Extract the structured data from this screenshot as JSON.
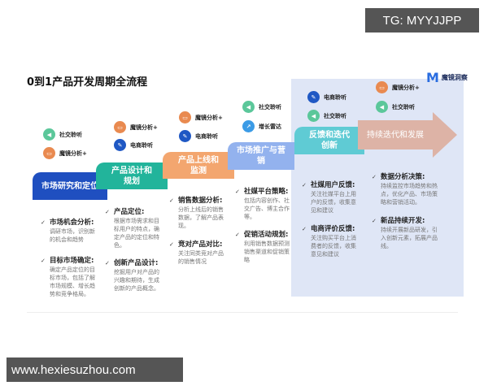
{
  "title": "0到1产品开发周期全流程",
  "logo": {
    "mark": "M",
    "name": "魔镜洞察"
  },
  "tools": {
    "social": "社交聆听",
    "mirror": "魔镜分析+",
    "ecom": "电商聆听",
    "growth": "增长雷达"
  },
  "stages": [
    {
      "label": "市场研究和定位",
      "color": "#1f4fc0"
    },
    {
      "label": "产品设计和规划",
      "color": "#22b49b"
    },
    {
      "label": "产品上线和监测",
      "color": "#f3a66f"
    },
    {
      "label": "市场推广与营销",
      "color": "#93b2ee"
    },
    {
      "label": "反馈和迭代创新",
      "color": "#5fcbd4"
    },
    {
      "label": "持续迭代和发展",
      "color": "#ddb3a6"
    }
  ],
  "bullets": [
    {
      "h": "市场机会分析:",
      "t": "调研市场，识别新的机会和趋势"
    },
    {
      "h": "目标市场确定:",
      "t": "确定产品定位的目标市场，包括了解市场规模、增长趋势和竞争格局。"
    },
    {
      "h": "产品定位:",
      "t": "根据市场需求和目标用户的特点，确定产品的定位和特色。"
    },
    {
      "h": "创新产品设计:",
      "t": "挖掘用户对产品的兴趣和期待，生成创新的产品概念。"
    },
    {
      "h": "销售数据分析:",
      "t": "分析上线后的销售数据，了解产品表现。"
    },
    {
      "h": "竞对产品对比:",
      "t": "关注同类竞对产品的销售情况"
    },
    {
      "h": "社媒平台策略:",
      "t": "包括内容创作、社交广告、博主合作等。"
    },
    {
      "h": "促销活动规划:",
      "t": "利用销售数据预测销售渠道和促销策略"
    },
    {
      "h": "社媒用户反馈:",
      "t": "关注社媒平台上用户的反馈，收集意见和建议"
    },
    {
      "h": "电商评价反馈:",
      "t": "关注购买平台上消费者的反馈，收集意见和建议"
    },
    {
      "h": "数据分析决策:",
      "t": "持续监控市场趋势和热点，优化产品、市场策略和营销活动。"
    },
    {
      "h": "新品持续开发:",
      "t": "持续开展新品研发，引入创新元素，拓展产品线。"
    }
  ],
  "watermarks": {
    "tg": "TG: MYYJJPP",
    "site": "www.hexiesuzhou.com"
  }
}
